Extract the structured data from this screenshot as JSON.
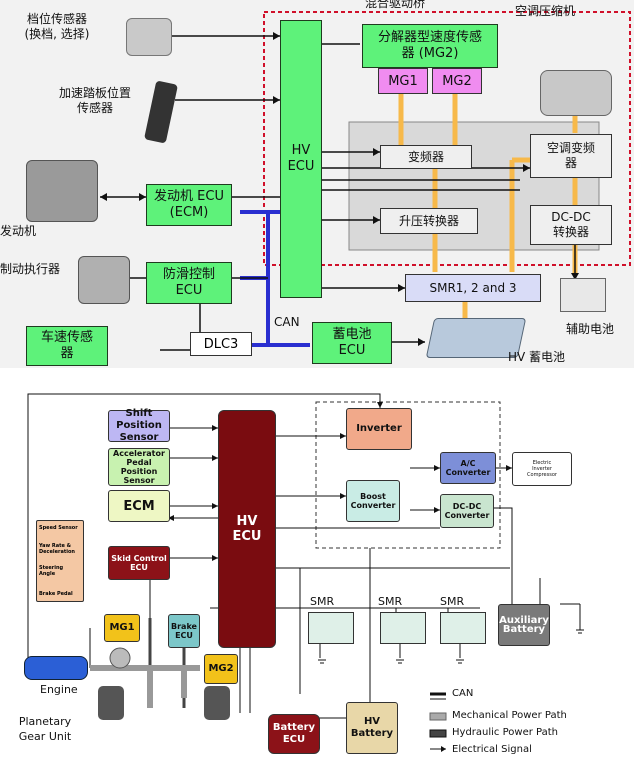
{
  "top": {
    "hybrid_transaxle": "混合驱动桥",
    "shift_sensor": "档位传感器\n(换档, 选择)",
    "accel_sensor": "加速踏板位置\n传感器",
    "engine": "发动机",
    "brake_actuator": "制动执行器",
    "speed_sensor_box": "车速传感\n器",
    "hv_ecu": "HV\nECU",
    "engine_ecu": "发动机 ECU\n(ECM)",
    "skid_ecu": "防滑控制\nECU",
    "dlc3": "DLC3",
    "can": "CAN",
    "battery_ecu": "蓄电池\nECU",
    "resolver": "分解器型速度传感\n器 (MG2)",
    "mg1": "MG1",
    "mg2": "MG2",
    "ac_compressor": "空调压缩机",
    "inverter": "变频器",
    "ac_inverter": "空调变频\n器",
    "boost": "升压转换器",
    "dcdc": "DC-DC\n转换器",
    "smr": "SMR1, 2 and 3",
    "aux_battery": "辅助电池",
    "hv_battery": "HV 蓄电池"
  },
  "bottom": {
    "shift_position": "Shift Position\nSensor",
    "accel_pedal": "Accelerator\nPedal Position\nSensor",
    "ecm": "ECM",
    "skid_inputs": [
      "Speed Sensor",
      "Yaw Rate &\nDeceleration",
      "Steering\nAngle",
      "Brake Pedal"
    ],
    "skid_ecu": "Skid Control\nECU",
    "hv_ecu": "HV\nECU",
    "mg1": "MG1",
    "brake_ecu": "Brake\nECU",
    "mg2": "MG2",
    "engine": "Engine",
    "planetary": "Planetary\nGear Unit",
    "inverter": "Inverter",
    "boost": "Boost\nConverter",
    "ac_converter": "A/C\nConverter",
    "compressor": "Electric\nInverter\nCompressor",
    "dcdc": "DC-DC\nConverter",
    "smr1": "SMR",
    "smr2": "SMR",
    "smr3": "SMR",
    "aux_battery": "Auxiliary\nBattery",
    "battery_ecu": "Battery\nECU",
    "hv_battery": "HV\nBattery",
    "legend": [
      "CAN",
      "Mechanical Power Path",
      "Hydraulic Power Path",
      "Electrical Signal"
    ]
  },
  "colors": {
    "green": "#5ef27a",
    "dark_red": "#7a0c10",
    "orange_path": "#f7b94a",
    "blue_can": "#2a2fd0",
    "red_dashed": "#d0102a"
  }
}
